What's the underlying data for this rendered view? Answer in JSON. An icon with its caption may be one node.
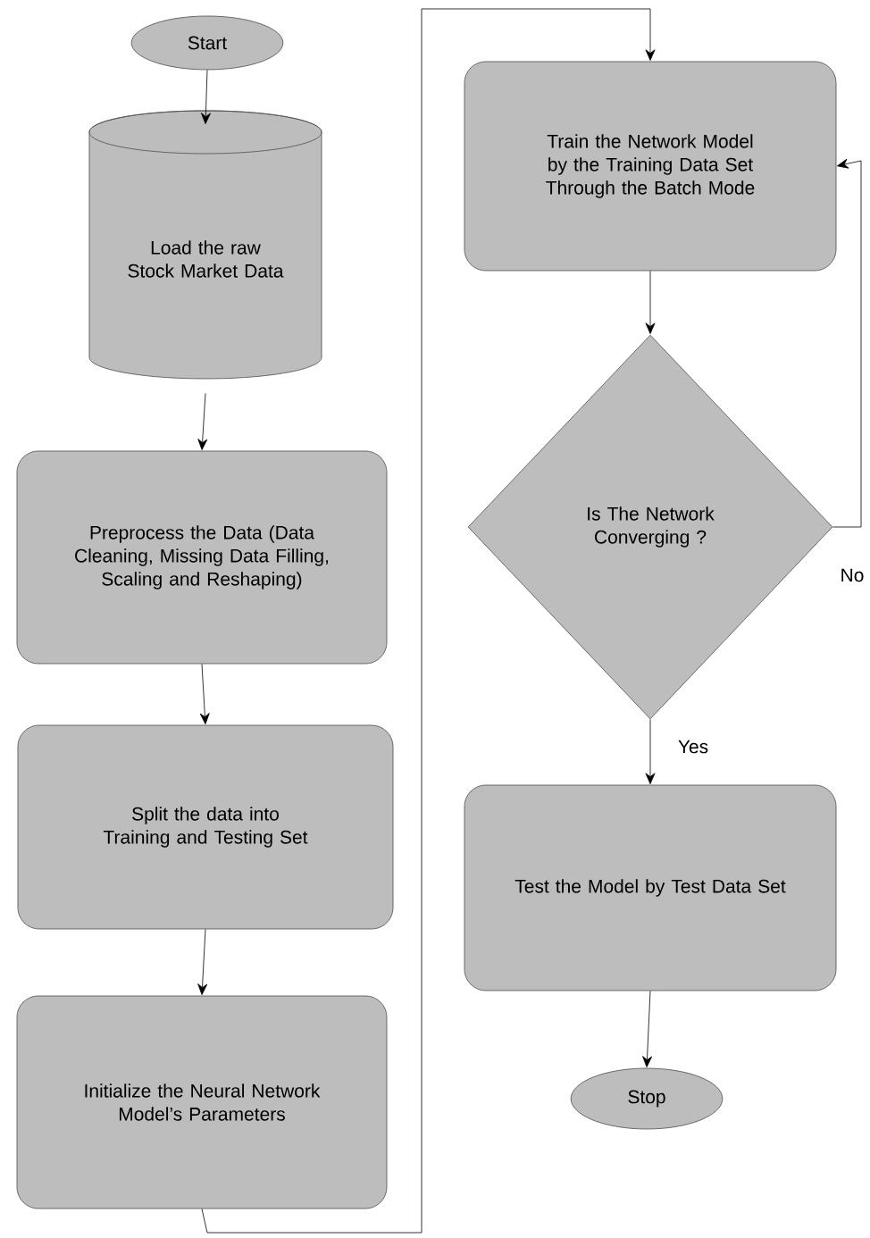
{
  "diagram": {
    "nodes": [
      {
        "text": [
          "Start"
        ]
      },
      {
        "text": [
          "Load the raw Stock Market Data"
        ]
      },
      {
        "text": [
          "Preprocess the Data (Data Cleaning, Missing Data Filling, Scaling and Reshaping)"
        ]
      },
      {
        "text": [
          "Split the data into Training and Testing Set"
        ]
      },
      {
        "text": [
          "Initialize the Neural Network Model’s Parameters"
        ]
      },
      {
        "text": [
          "Train the Network Model by the Training Data Set Through the Batch Mode"
        ]
      },
      {
        "text": [
          "Is The Network Converging ?"
        ]
      },
      {
        "text": [
          "Test the Model by Test Data Set"
        ]
      },
      {
        "text": [
          "Stop"
        ]
      }
    ],
    "edges": [
      {
        "from": 0,
        "to": 1,
        "arrow": "to"
      },
      {
        "from": 1,
        "to": 2,
        "arrow": "to"
      },
      {
        "from": 2,
        "to": 3,
        "arrow": "to"
      },
      {
        "from": 3,
        "to": 4,
        "arrow": "to"
      },
      {
        "from": 4,
        "to": 5,
        "arrow": "to"
      },
      {
        "from": 5,
        "to": 6,
        "arrow": "to"
      },
      {
        "from": 6,
        "to": 7,
        "arrow": "to",
        "label": "Yes"
      },
      {
        "from": 6,
        "to": 5,
        "arrow": "to",
        "label": "No"
      },
      {
        "from": 7,
        "to": 8,
        "arrow": "to"
      }
    ]
  }
}
